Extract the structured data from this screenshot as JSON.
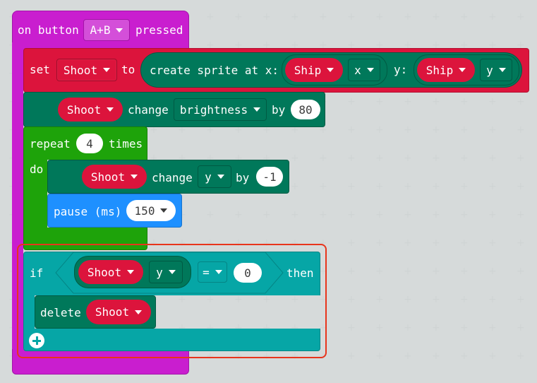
{
  "event": {
    "label_pre": "on button",
    "button": "A+B",
    "label_post": "pressed"
  },
  "set_block": {
    "set": "set",
    "variable": "Shoot",
    "to": "to",
    "create": "create sprite at x:",
    "x_var": "Ship",
    "x_prop": "x",
    "y_label": "y:",
    "y_var": "Ship",
    "y_prop": "y"
  },
  "change_brightness": {
    "sprite": "Shoot",
    "change": "change",
    "property": "brightness",
    "by": "by",
    "value": "80"
  },
  "repeat": {
    "repeat": "repeat",
    "count": "4",
    "times": "times",
    "do": "do"
  },
  "change_y": {
    "sprite": "Shoot",
    "change": "change",
    "property": "y",
    "by": "by",
    "value": "-1"
  },
  "pause": {
    "label": "pause (ms)",
    "value": "150"
  },
  "if_block": {
    "if": "if",
    "sprite": "Shoot",
    "property": "y",
    "operator": "=",
    "value": "0",
    "then": "then",
    "delete": "delete",
    "delete_sprite": "Shoot"
  },
  "colors": {
    "event": "#c91ecf",
    "variables": "#dc143c",
    "sprites": "#00785a",
    "loops": "#1ea30a",
    "basic": "#1e90ff",
    "logic": "#06a6a6",
    "highlight": "#e8341c"
  }
}
